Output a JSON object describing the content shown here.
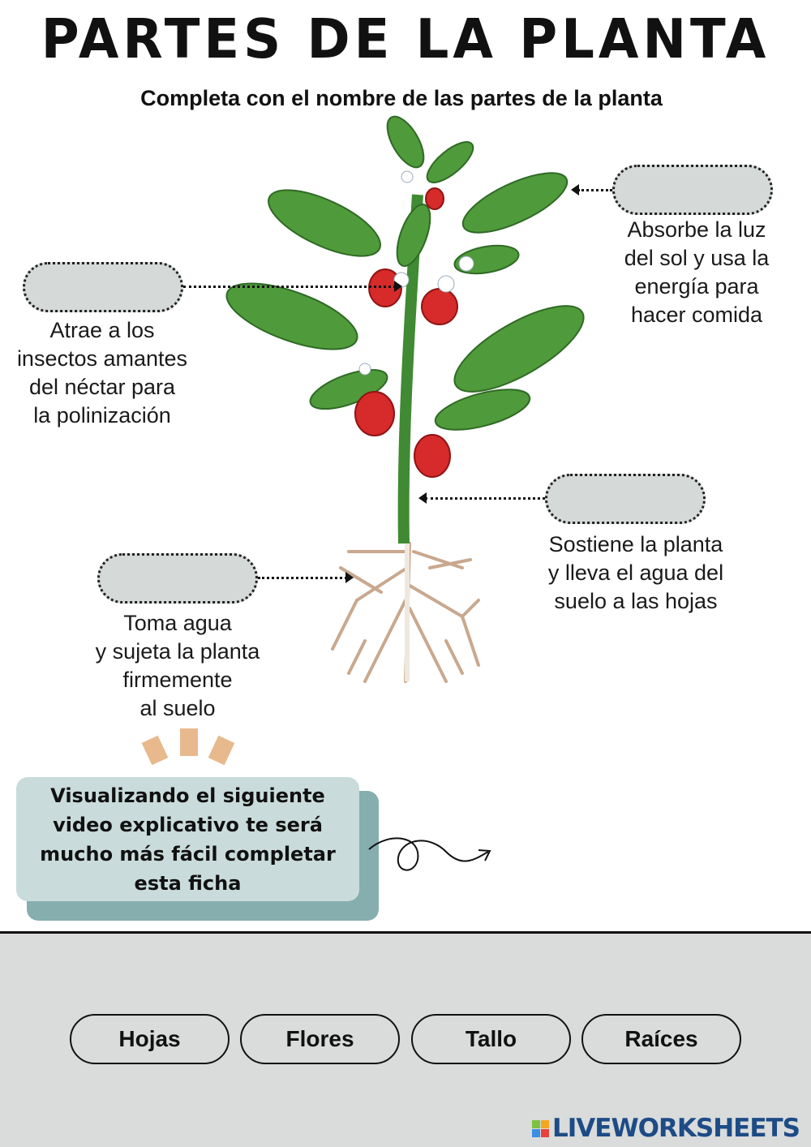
{
  "title": "PARTES DE LA PLANTA",
  "subtitle": "Completa con el nombre de las partes de la planta",
  "descriptions": {
    "hojas": [
      "Absorbe la luz",
      "del sol y usa la",
      "energía para",
      "hacer comida"
    ],
    "flores": [
      "Atrae a los",
      "insectos amantes",
      "del néctar para",
      "la polinización"
    ],
    "tallo": [
      "Sostiene la planta",
      "y lleva el agua del",
      "suelo a las hojas"
    ],
    "raices": [
      "Toma agua",
      "y sujeta la planta",
      "firmemente",
      "al suelo"
    ]
  },
  "note": "Visualizando el siguiente video explicativo te será mucho más fácil completar esta ficha",
  "word_bank": [
    "Hojas",
    "Flores",
    "Tallo",
    "Raíces"
  ],
  "logo": "LIVEWORKSHEETS",
  "colors": {
    "box": "#d5d9d8",
    "note": "#c9dcdb",
    "note_shadow": "#86aeae",
    "footer": "#d9dcdb",
    "logo": "#1d4b86"
  }
}
